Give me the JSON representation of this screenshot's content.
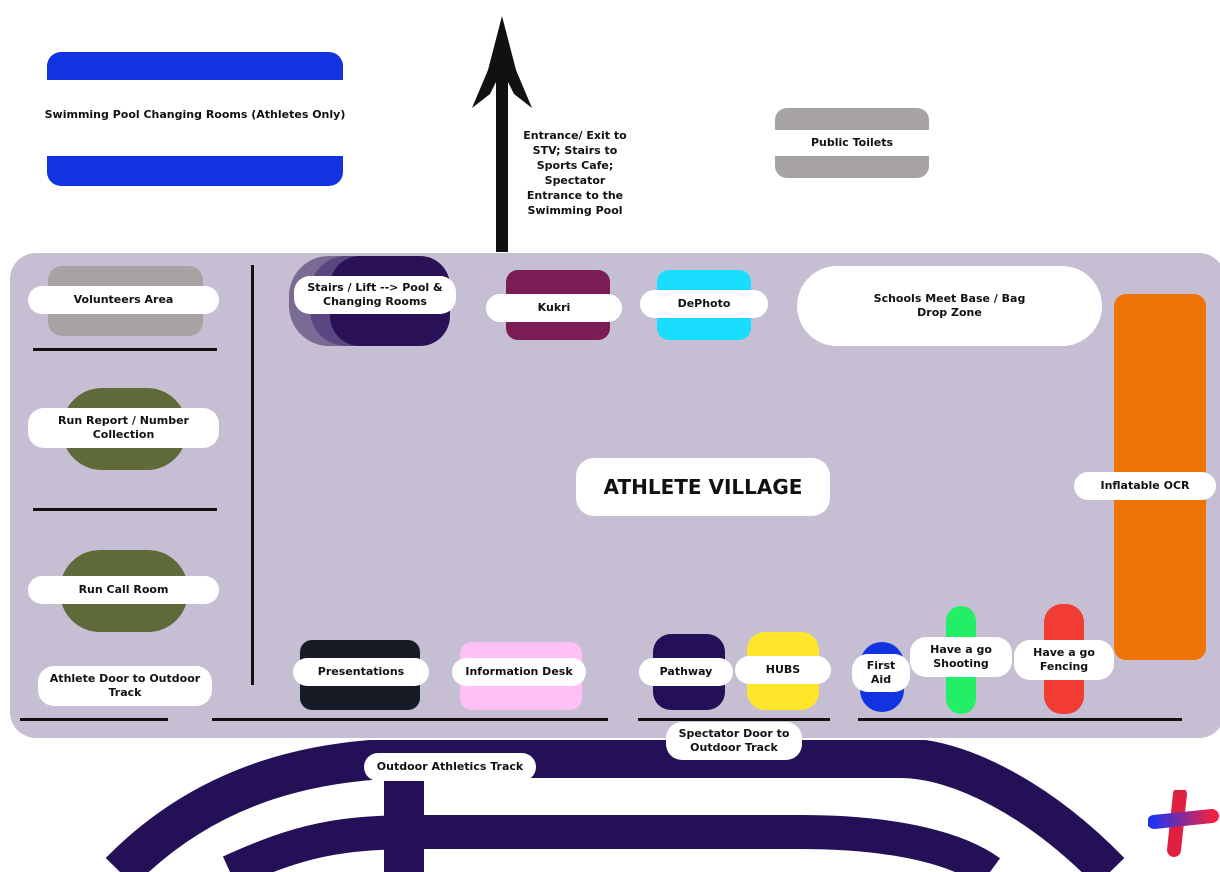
{
  "top": {
    "pool_changing": "Swimming Pool Changing Rooms (Athletes Only)",
    "entrance_text": "Entrance/ Exit to STV; Stairs to Sports Cafe; Spectator Entrance to the Swimming Pool",
    "public_toilets": "Public Toilets"
  },
  "village": {
    "title": "ATHLETE VILLAGE",
    "volunteers": "Volunteers Area",
    "run_report": "Run Report / Number Collection",
    "run_call": "Run Call Room",
    "athlete_door": "Athlete Door to Outdoor Track",
    "stairs_lift": "Stairs / Lift --> Pool & Changing Rooms",
    "kukri": "Kukri",
    "dephoto": "DePhoto",
    "schools_base": "Schools Meet Base / Bag Drop Zone",
    "inflatable": "Inflatable OCR",
    "presentations": "Presentations",
    "info_desk": "Information Desk",
    "pathway": "Pathway",
    "hubs": "HUBS",
    "first_aid": "First Aid",
    "shooting": "Have a go Shooting",
    "fencing": "Have a go Fencing"
  },
  "bottom": {
    "spectator_door": "Spectator Door to Outdoor Track",
    "outdoor_track": "Outdoor Athletics Track"
  },
  "colors": {
    "blue": "#1134e0",
    "grey": "#a7a3a3",
    "olive": "#5f6a3a",
    "purple_dark": "#2b1256",
    "maroon": "#7a1d55",
    "cyan": "#19ddff",
    "orange": "#f07306",
    "black_navy": "#161b26",
    "pink": "#ffc0f5",
    "navy": "#241056",
    "yellow": "#fee62a",
    "green": "#22ee66",
    "red": "#f23b32",
    "village_bg": "#c6bfd4"
  },
  "icons": {
    "logo": "plus-logo-icon",
    "arrow": "up-arrow-icon"
  }
}
